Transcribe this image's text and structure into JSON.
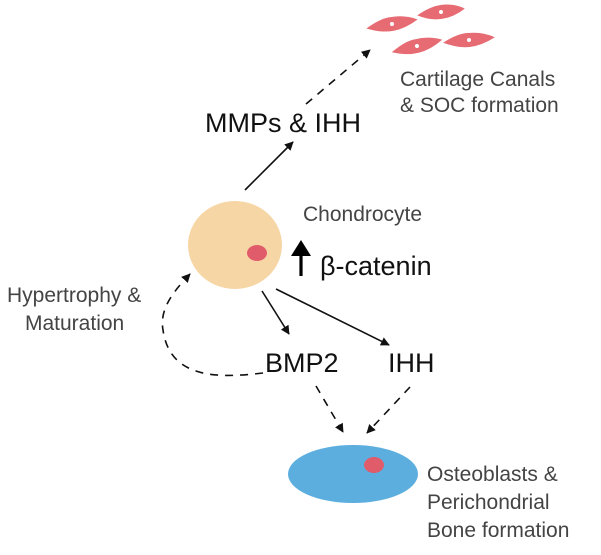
{
  "labels": {
    "mmps_ihh": "MMPs & IHH",
    "cartilage_line1": "Cartilage Canals",
    "cartilage_line2": "& SOC formation",
    "chondrocyte": "Chondrocyte",
    "beta_catenin": "β-catenin",
    "hypertrophy_line1": "Hypertrophy &",
    "hypertrophy_line2": "Maturation",
    "bmp2": "BMP2",
    "ihh": "IHH",
    "osteo_line1": "Osteoblasts &",
    "osteo_line2": "Perichondrial",
    "osteo_line3": "Bone formation"
  },
  "icons": {
    "up_arrow": "up-arrow-icon"
  },
  "colors": {
    "chondrocyte_fill": "#F7D6A5",
    "nucleus": "#E05C6A",
    "osteoblast_fill": "#5CAEDF",
    "cartilage_cell": "#E66B72",
    "text_dark": "#111111",
    "text_gray": "#444444"
  }
}
